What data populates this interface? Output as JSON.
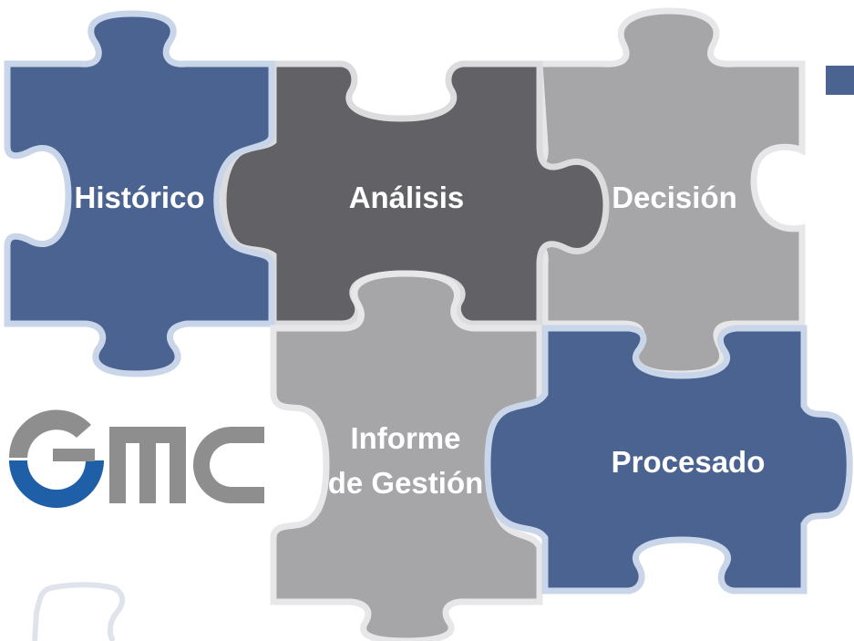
{
  "pieces": {
    "historico": {
      "label": "Histórico",
      "color": "#4b6390"
    },
    "analisis": {
      "label": "Análisis",
      "color": "#626166"
    },
    "decision": {
      "label": "Decisión",
      "color": "#a6a5a8"
    },
    "informe": {
      "label_line1": "Informe",
      "label_line2": "de Gestión",
      "color": "#a6a5a8"
    },
    "procesado": {
      "label": "Procesado",
      "color": "#4b6390"
    }
  },
  "piece_outline_color": "#c9d5e8",
  "logo": {
    "text": "GMC",
    "blue": "#1f5fa8",
    "gray": "#8e8e8e"
  },
  "corner_square_color": "#4b6390"
}
